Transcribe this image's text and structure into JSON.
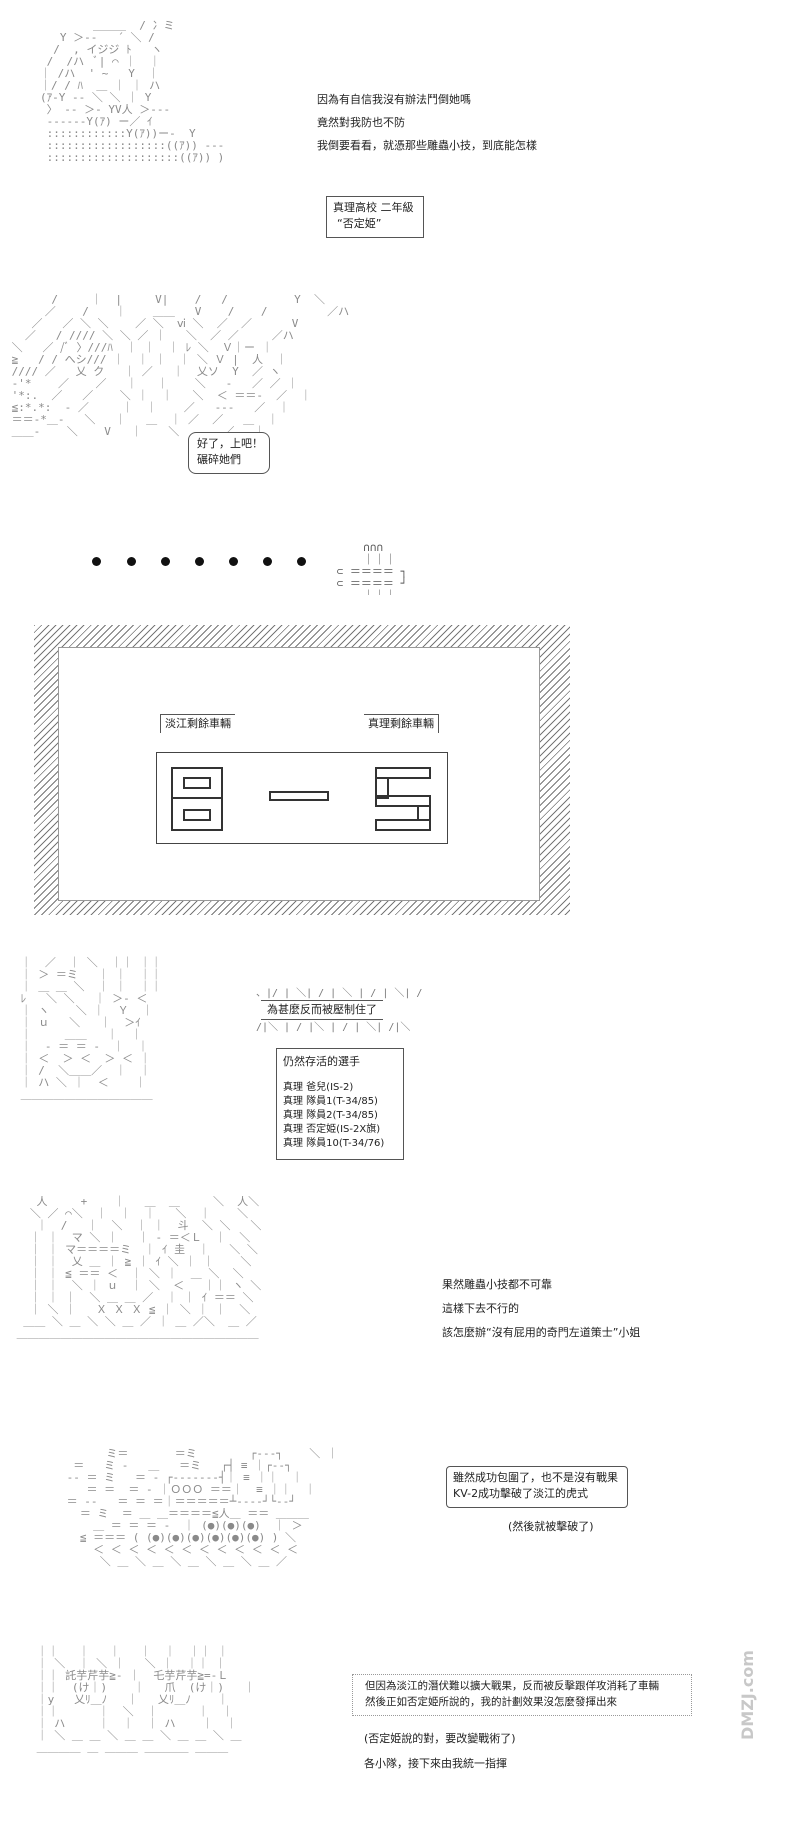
{
  "panel1": {
    "lines": [
      "因為有自信我沒有辦法鬥倒她嗎",
      "竟然對我防也不防",
      "我倒要看看，就憑那些雕蟲小技，到底能怎樣"
    ],
    "caption": [
      "真理高校 二年級",
      "“否定姫”"
    ]
  },
  "panel2": {
    "bubble": [
      "好了，上吧！",
      "碾碎她們"
    ]
  },
  "panel4": {
    "left_label": "淡江剩餘車輛",
    "right_label": "真理剩餘車輛",
    "left_count": "8",
    "right_count": "5",
    "dash": "–"
  },
  "panel5": {
    "shout": "為甚麼反而被壓制住了",
    "survivors_title": "仍然存活的選手",
    "survivors": [
      "真理 爸兒(IS-2)",
      "真理 隊員1(T-34/85)",
      "真理 隊員2(T-34/85)",
      "真理 否定姫(IS-2X旗)",
      "真理 隊員10(T-34/76)"
    ]
  },
  "panel6": {
    "lines": [
      "果然雕蟲小技都不可靠",
      "這樣下去不行的",
      "該怎麼辦“沒有屁用的奇門左道策士”小姐"
    ]
  },
  "panel7": {
    "bubble": [
      "雖然成功包圍了，也不是沒有戰果",
      "KV-2成功擊破了淡江的虎式"
    ],
    "aside": "(然後就被擊破了)"
  },
  "panel8": {
    "box": [
      "但因為淡江的潛伏難以擴大戰果，反而被反擊跟佯攻消耗了車輛",
      "然後正如否定姫所說的，我的計劃效果沒怎麼發揮出來"
    ],
    "line1": "(否定姫說的對，要改變戰術了)",
    "line2": "各小隊，接下來由我統一指揮"
  },
  "watermark": "DMZJ.com"
}
